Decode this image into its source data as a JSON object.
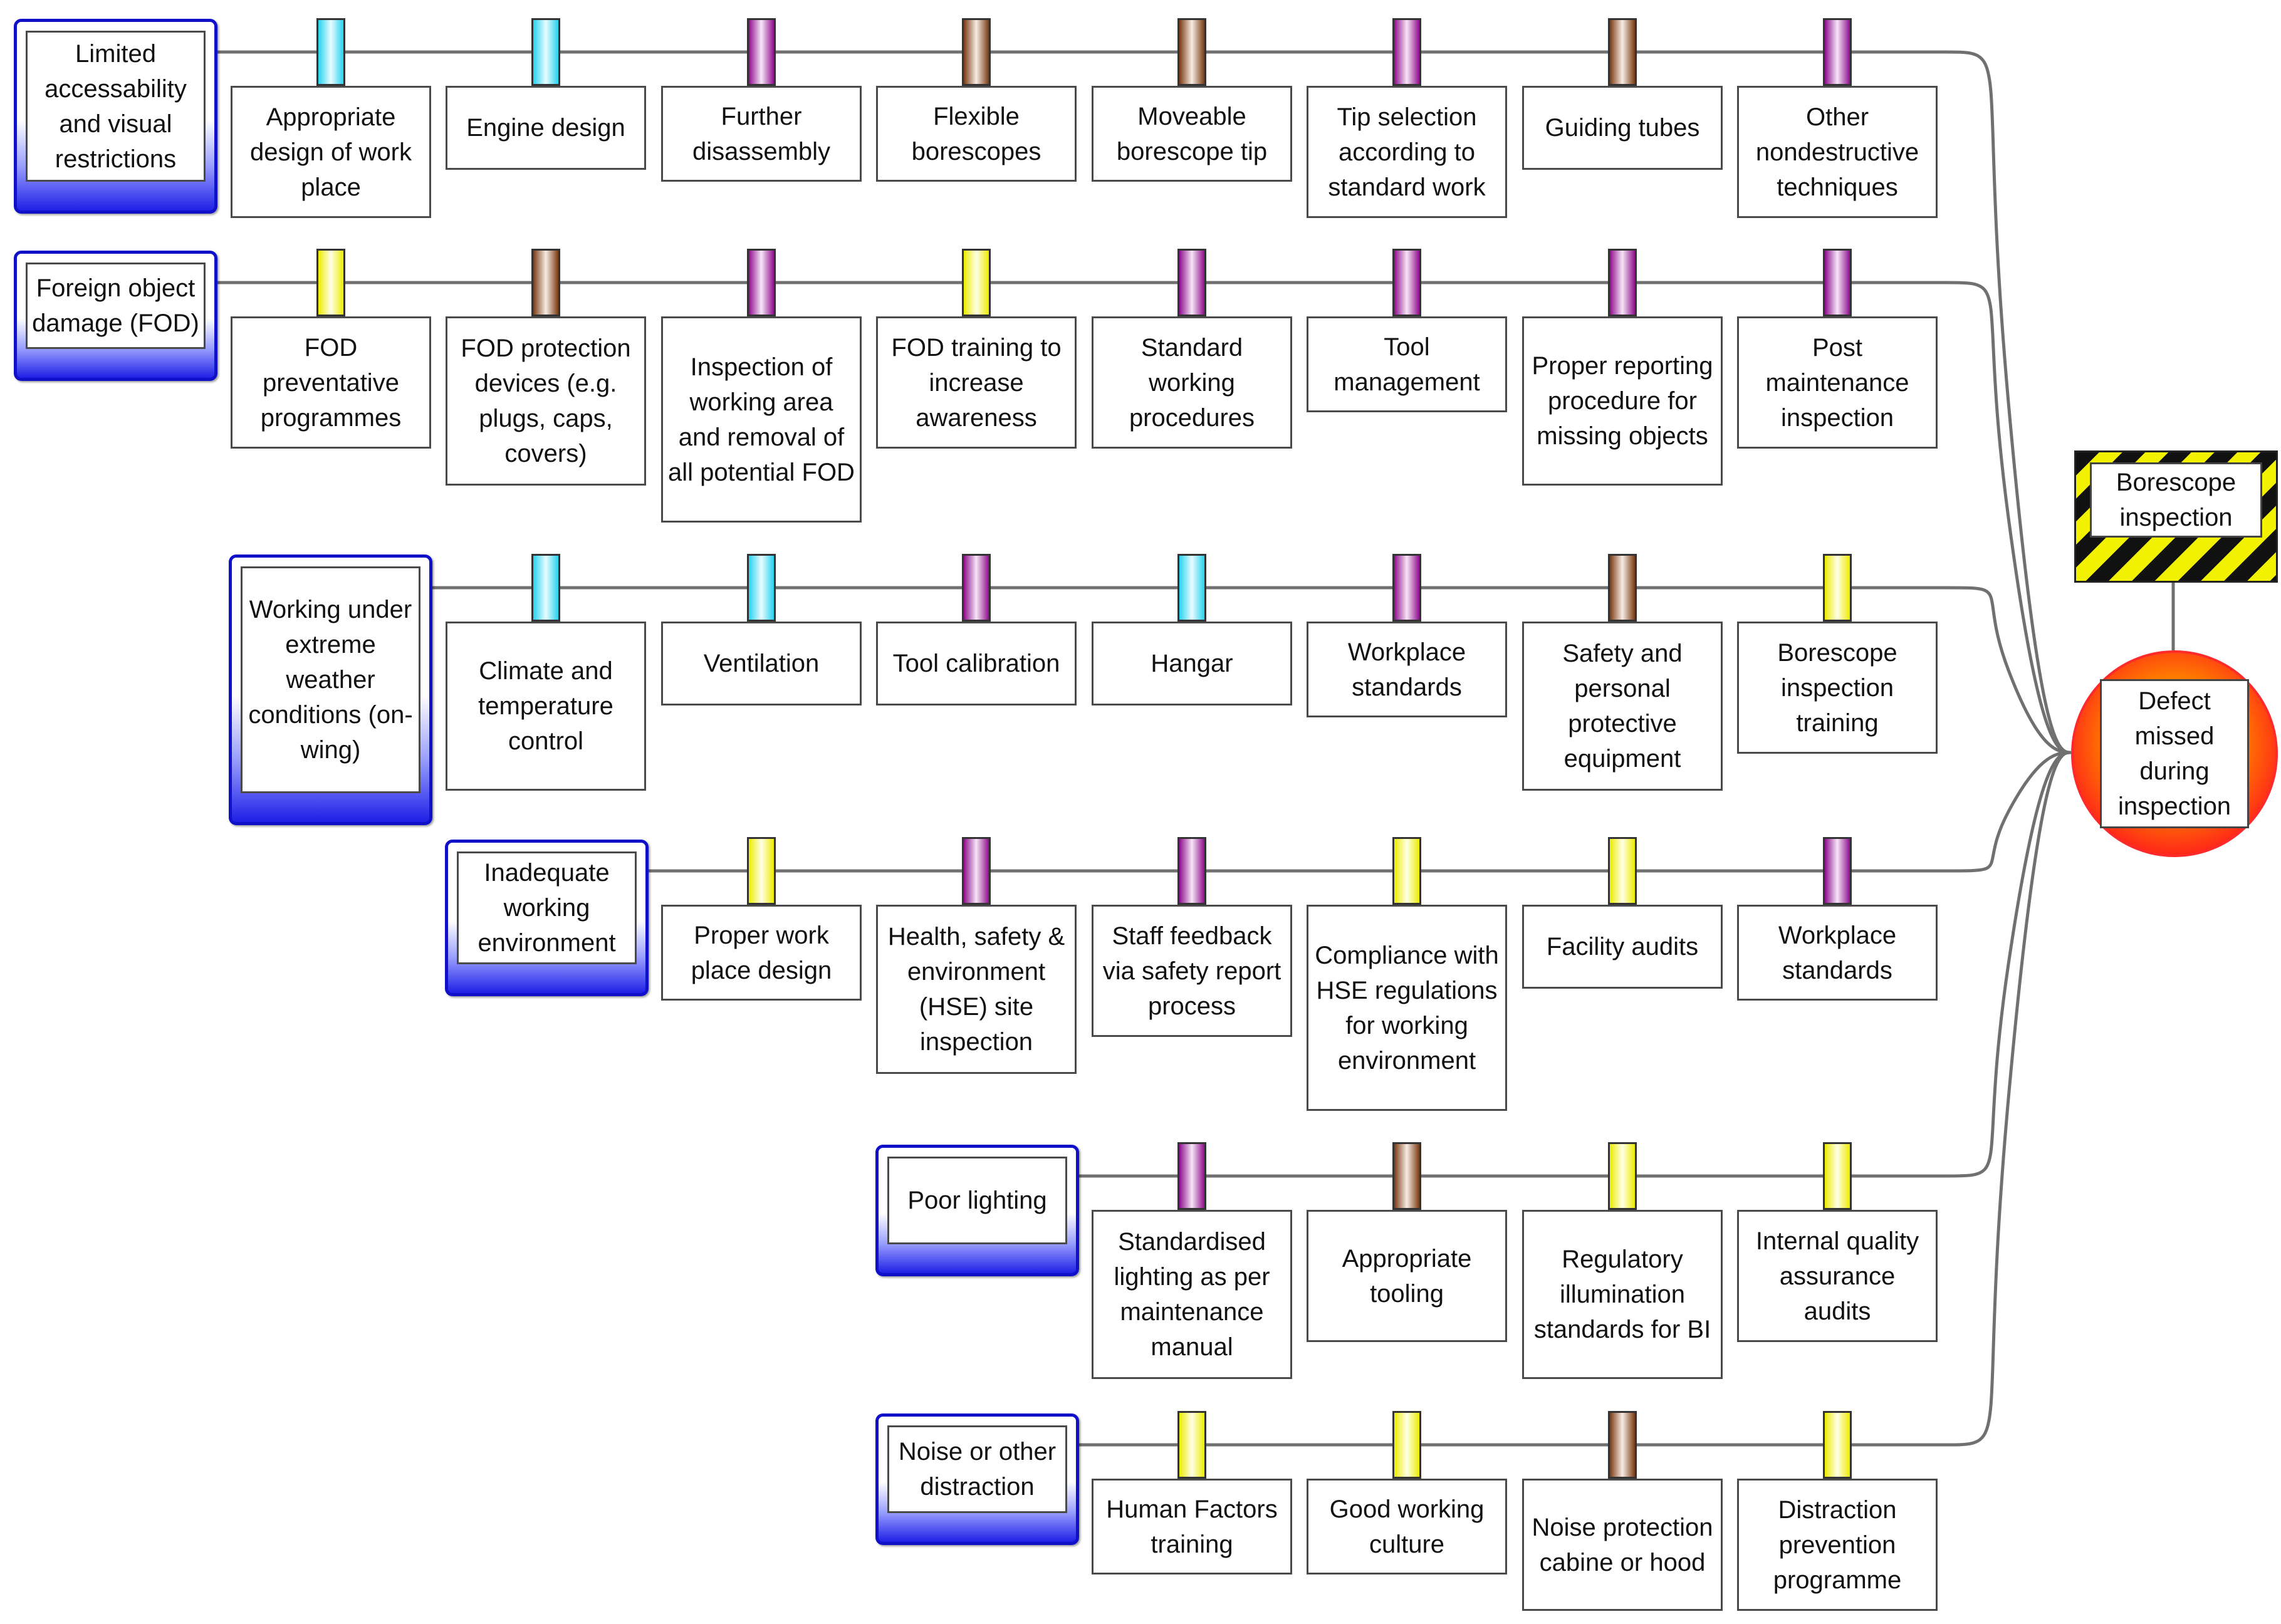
{
  "hazard": {
    "label": "Borescope inspection"
  },
  "top_event": {
    "label": "Defect missed during inspection"
  },
  "threats": [
    {
      "label": "Limited accessability and visual restrictions",
      "barriers": [
        {
          "label": "Appropriate design of work place",
          "color": "cyan"
        },
        {
          "label": "Engine design",
          "color": "cyan"
        },
        {
          "label": "Further disassembly",
          "color": "purple"
        },
        {
          "label": "Flexible borescopes",
          "color": "brown"
        },
        {
          "label": "Moveable borescope tip",
          "color": "brown"
        },
        {
          "label": "Tip selection according to standard work",
          "color": "purple"
        },
        {
          "label": "Guiding tubes",
          "color": "brown"
        },
        {
          "label": "Other nondestructive techniques",
          "color": "purple"
        }
      ]
    },
    {
      "label": "Foreign object damage (FOD)",
      "barriers": [
        {
          "label": "FOD preventative programmes",
          "color": "yellow"
        },
        {
          "label": "FOD protection devices (e.g. plugs, caps, covers)",
          "color": "brown"
        },
        {
          "label": "Inspection of working area and removal of all potential FOD",
          "color": "purple"
        },
        {
          "label": "FOD training to increase awareness",
          "color": "yellow"
        },
        {
          "label": "Standard working procedures",
          "color": "purple"
        },
        {
          "label": "Tool management",
          "color": "purple"
        },
        {
          "label": "Proper reporting procedure for missing objects",
          "color": "purple"
        },
        {
          "label": "Post maintenance inspection",
          "color": "purple"
        }
      ]
    },
    {
      "label": "Working under extreme weather conditions (on-wing)",
      "barriers": [
        {
          "label": "Climate and temperature control",
          "color": "cyan"
        },
        {
          "label": "Ventilation",
          "color": "cyan"
        },
        {
          "label": "Tool calibration",
          "color": "purple"
        },
        {
          "label": "Hangar",
          "color": "cyan"
        },
        {
          "label": "Workplace standards",
          "color": "purple"
        },
        {
          "label": "Safety and personal protective equipment",
          "color": "brown"
        },
        {
          "label": "Borescope inspection training",
          "color": "yellow"
        }
      ]
    },
    {
      "label": "Inadequate working environment",
      "barriers": [
        {
          "label": "Proper work place design",
          "color": "yellow"
        },
        {
          "label": "Health, safety & environment (HSE) site inspection",
          "color": "purple"
        },
        {
          "label": "Staff feedback via safety report process",
          "color": "purple"
        },
        {
          "label": "Compliance with HSE regulations for working environment",
          "color": "yellow"
        },
        {
          "label": "Facility audits",
          "color": "yellow"
        },
        {
          "label": "Workplace standards",
          "color": "purple"
        }
      ]
    },
    {
      "label": "Poor lighting",
      "barriers": [
        {
          "label": "Standardised lighting as per maintenance manual",
          "color": "purple"
        },
        {
          "label": "Appropriate tooling",
          "color": "brown"
        },
        {
          "label": "Regulatory illumination standards for BI",
          "color": "yellow"
        },
        {
          "label": "Internal quality assurance audits",
          "color": "yellow"
        }
      ]
    },
    {
      "label": "Noise or other distraction",
      "barriers": [
        {
          "label": "Human Factors training",
          "color": "yellow"
        },
        {
          "label": "Good working culture",
          "color": "yellow"
        },
        {
          "label": "Noise protection cabine or hood",
          "color": "brown"
        },
        {
          "label": "Distraction prevention programme",
          "color": "yellow"
        }
      ]
    }
  ]
}
